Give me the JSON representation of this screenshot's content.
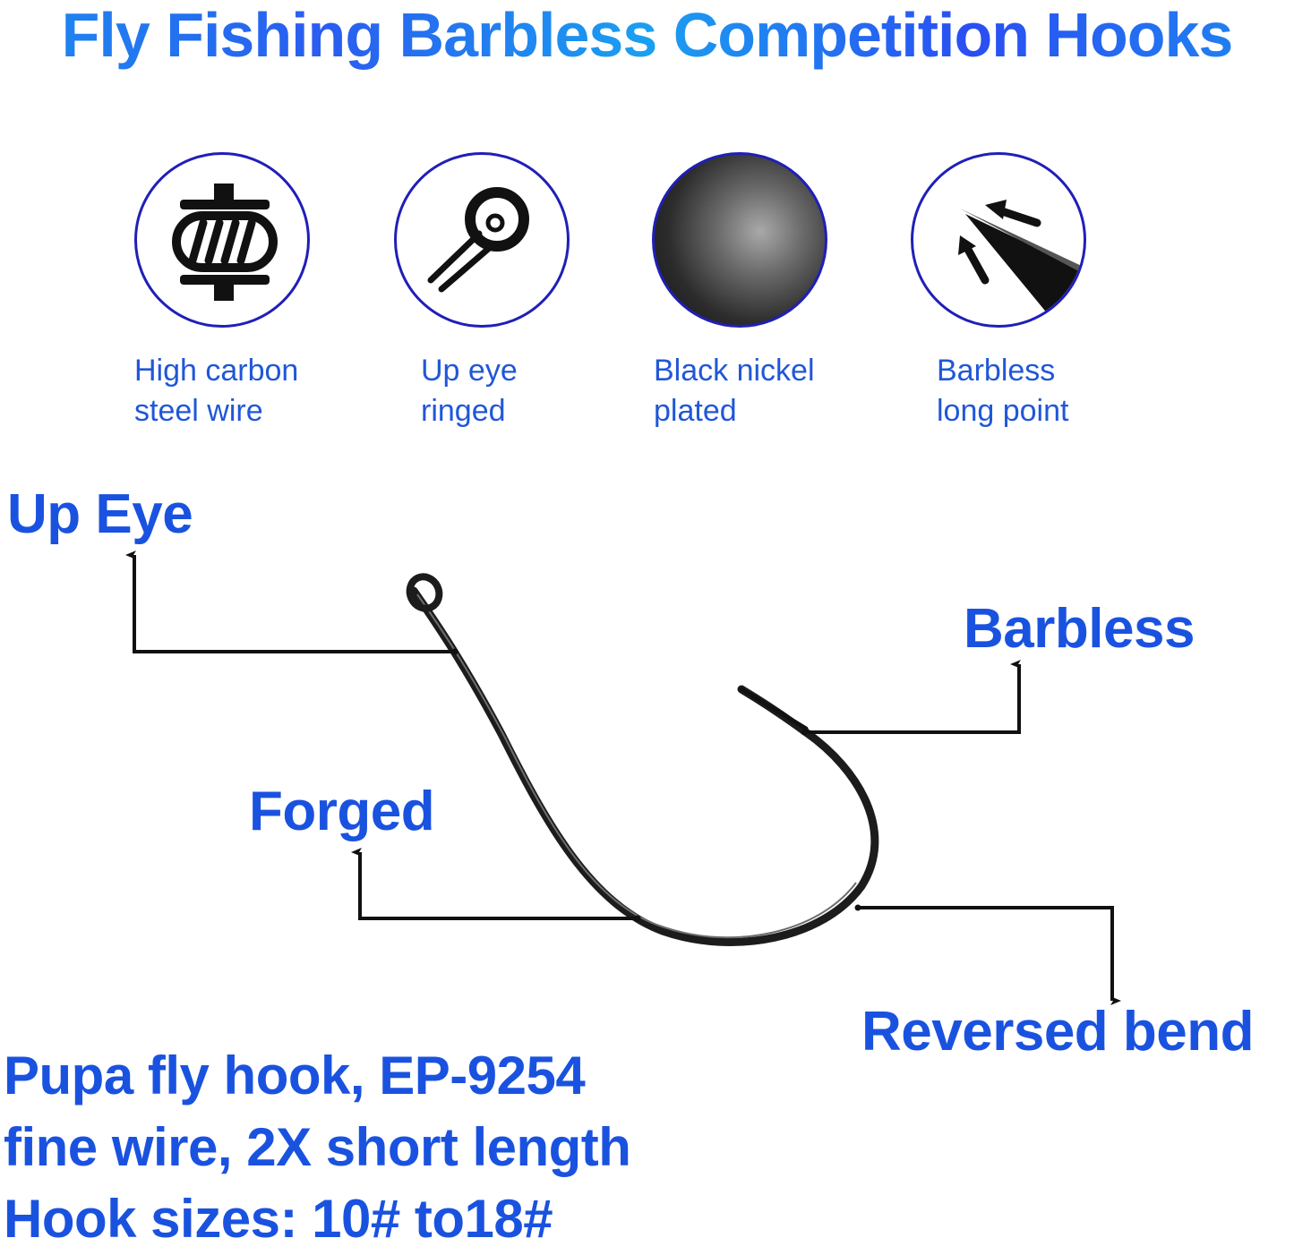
{
  "title": "Fly Fishing Barbless Competition Hooks",
  "features": [
    {
      "icon": "wire-coil-icon",
      "line1": "High carbon",
      "line2": "steel wire"
    },
    {
      "icon": "ringed-eye-icon",
      "line1": "Up eye",
      "line2": "ringed"
    },
    {
      "icon": "black-nickel-icon",
      "line1": "Black nickel",
      "line2": "plated"
    },
    {
      "icon": "barbless-point-icon",
      "line1": "Barbless",
      "line2": "long point"
    }
  ],
  "callouts": {
    "up_eye": "Up Eye",
    "barbless": "Barbless",
    "forged": "Forged",
    "reversed_bend": "Reversed bend"
  },
  "specs": {
    "line1": "Pupa fly hook, EP-9254",
    "line2": "fine wire, 2X short length",
    "line3": "Hook sizes: 10# to18#"
  },
  "colors": {
    "title_gradient": [
      "#1c8cf0",
      "#2a5cf0"
    ],
    "text_blue": "#1a52e0",
    "badge_border": "#1f1fb8",
    "hook": "#1c1c1c"
  }
}
